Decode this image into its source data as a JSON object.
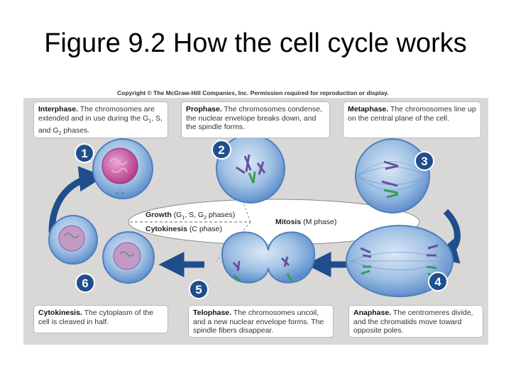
{
  "slide": {
    "title": "Figure 9.2 How the cell cycle works"
  },
  "copyright": "Copyright © The McGraw-Hill Companies, Inc. Permission required for reproduction or display.",
  "captions": {
    "interphase": {
      "heading": "Interphase.",
      "body_a": " The chromosomes are extended and in use during the G",
      "s1": "1",
      "body_b": ", S, and G",
      "s2": "2",
      "body_c": " phases."
    },
    "prophase": {
      "heading": "Prophase.",
      "body": " The chromosomes condense, the nuclear envelope breaks down, and the spindle forms."
    },
    "metaphase": {
      "heading": "Metaphase.",
      "body": " The chromosomes line up on the central plane of the cell."
    },
    "cytokinesis": {
      "heading": "Cytokinesis.",
      "body": " The cytoplasm of the cell is cleaved in half."
    },
    "telophase": {
      "heading": "Telophase.",
      "body": " The chromosomes uncoil, and a new nuclear envelope forms. The spindle fibers disappear."
    },
    "anaphase": {
      "heading": "Anaphase.",
      "body": " The centromeres divide, and the chromatids move toward opposite poles."
    }
  },
  "center": {
    "growth_bold": "Growth",
    "growth_a": " (G",
    "growth_s1": "1",
    "growth_b": ", S, G",
    "growth_s2": "2",
    "growth_c": " phases)",
    "cytokinesis_bold": "Cytokinesis",
    "cytokinesis_rest": " (C phase)",
    "mitosis_bold": "Mitosis",
    "mitosis_rest": " (M phase)"
  },
  "step_numbers": [
    "1",
    "2",
    "3",
    "4",
    "5",
    "6"
  ],
  "colors": {
    "arrow": "#1f4e8c",
    "cell_fill": "#8fb3dd",
    "cell_edge": "#4e7fbf",
    "nucleus": "#c24e9a",
    "badge": "#1f4e8c",
    "chromosome_purple": "#6a4fa3",
    "chromosome_green": "#3a9a5a"
  }
}
